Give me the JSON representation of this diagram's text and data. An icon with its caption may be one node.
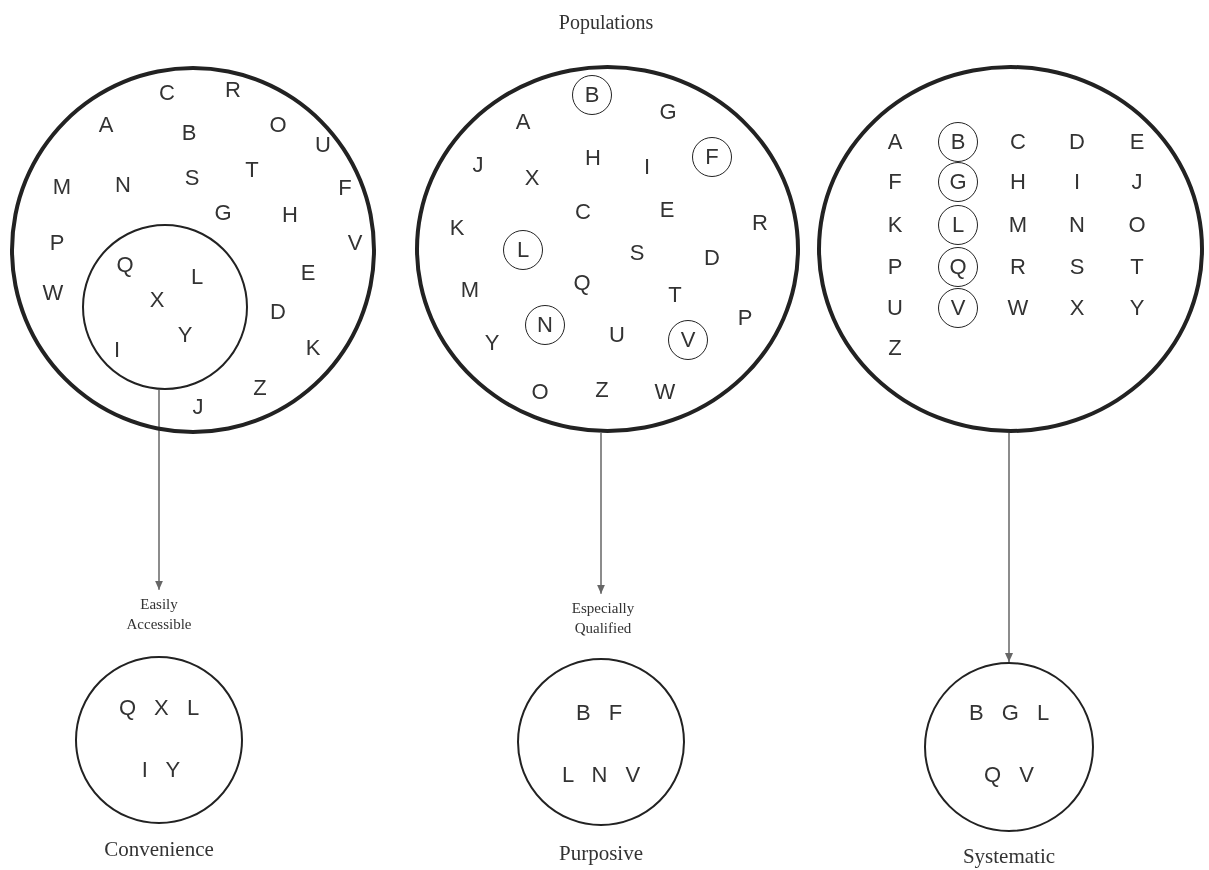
{
  "diagram": {
    "title": "Populations",
    "nodes": [
      {
        "text": [
          "C",
          "R",
          "A",
          "B",
          "O",
          "U",
          "M",
          "N",
          "S",
          "T",
          "F",
          "G",
          "H",
          "P",
          "V",
          "E",
          "W",
          "D",
          "K",
          "Z",
          "J"
        ]
      },
      {
        "text": [
          "Q",
          "L",
          "X",
          "I",
          "Y"
        ],
        "in": 0
      },
      {
        "text": [
          "A",
          "G",
          "J",
          "X",
          "H",
          "I",
          "C",
          "E",
          "K",
          "R",
          "S",
          "D",
          "M",
          "Q",
          "T",
          "Y",
          "U",
          "P",
          "O",
          "Z",
          "W"
        ]
      },
      {
        "text": [
          "B"
        ],
        "in": 2
      },
      {
        "text": [
          "F"
        ],
        "in": 2
      },
      {
        "text": [
          "L"
        ],
        "in": 2
      },
      {
        "text": [
          "N"
        ],
        "in": 2
      },
      {
        "text": [
          "V"
        ],
        "in": 2
      },
      {
        "text": [
          "A",
          "C",
          "D",
          "E",
          "F",
          "H",
          "I",
          "J",
          "K",
          "M",
          "N",
          "O",
          "P",
          "R",
          "S",
          "T",
          "U",
          "W",
          "X",
          "Y",
          "Z"
        ]
      },
      {
        "text": [
          "B"
        ],
        "in": 8
      },
      {
        "text": [
          "G"
        ],
        "in": 8
      },
      {
        "text": [
          "L"
        ],
        "in": 8
      },
      {
        "text": [
          "Q"
        ],
        "in": 8
      },
      {
        "text": [
          "V"
        ],
        "in": 8
      },
      {
        "text": [
          "Q X L",
          "I Y"
        ],
        "beside": [
          "Easily Accessible",
          "Convenience"
        ]
      },
      {
        "text": [
          "B F",
          "L N V"
        ],
        "beside": [
          "Especially Qualified",
          "Purposive"
        ]
      },
      {
        "text": [
          "B G L",
          "Q V"
        ],
        "beside": [
          "Systematic"
        ]
      }
    ],
    "edges": [
      {
        "from": 1,
        "to": 14,
        "arrow": "to"
      },
      {
        "from": 2,
        "to": 15,
        "arrow": "to"
      },
      {
        "from": 8,
        "to": 16,
        "arrow": "to"
      }
    ]
  }
}
